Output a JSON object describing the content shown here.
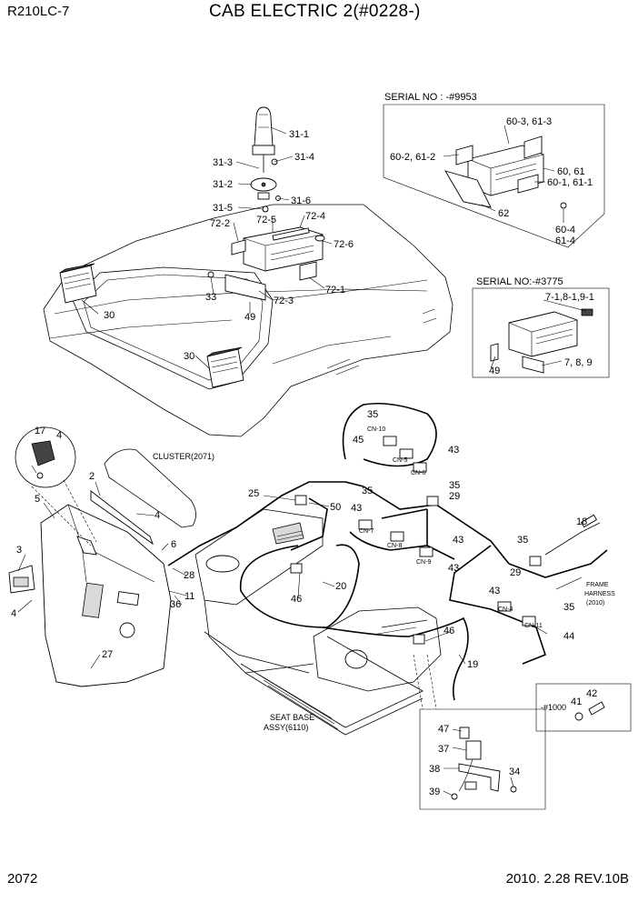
{
  "header": {
    "model": "R210LC-7",
    "title": "CAB ELECTRIC 2(#0228-)"
  },
  "footer": {
    "page_number": "2072",
    "revision": "2010. 2.28  REV.10B"
  },
  "inset_labels": {
    "serial_9953": "SERIAL NO : -#9953",
    "serial_3775": "SERIAL NO:-#3775",
    "serial_1000": "-#1000"
  },
  "captions": {
    "cluster": "CLUSTER(2071)",
    "seat_base_1": "SEAT BASE",
    "seat_base_2": "ASSY(6110)",
    "frame_1": "FRAME",
    "frame_2": "HARNESS",
    "frame_3": "(2010)"
  },
  "connectors": {
    "cn10": "CN-10",
    "cn5": "CN-5",
    "cn6": "CN-6",
    "cn7": "CN-7",
    "cn8": "CN-8",
    "cn9": "CN-9",
    "cn4": "CN-4",
    "cn11": "CN-11"
  },
  "callouts": {
    "c31_1": "31-1",
    "c31_3": "31-3",
    "c31_4": "31-4",
    "c31_2": "31-2",
    "c31_5": "31-5",
    "c31_6": "31-6",
    "c72_5": "72-5",
    "c72_4": "72-4",
    "c72_2": "72-2",
    "c72_6": "72-6",
    "c72_1": "72-1",
    "c72_3": "72-3",
    "c33": "33",
    "c49a": "49",
    "c30a": "30",
    "c30b": "30",
    "c60_3": "60-3, 61-3",
    "c60_2": "60-2, 61-2",
    "c60": "60, 61",
    "c60_1": "60-1, 61-1",
    "c62": "62",
    "c60_4": "60-4",
    "c61_4": "61-4",
    "c7_1": "7-1,8-1,9-1",
    "c789": "7, 8, 9",
    "c49b": "49",
    "c17": "17",
    "c4a": "4",
    "c2": "2",
    "c5": "5",
    "c4b": "4",
    "c6": "6",
    "c3": "3",
    "c4c": "4",
    "c27": "27",
    "c28": "28",
    "c11": "11",
    "c36": "36",
    "c25": "25",
    "c50": "50",
    "c20": "20",
    "c46a": "46",
    "c46b": "46",
    "c19": "19",
    "c35a": "35",
    "c45": "45",
    "c43a": "43",
    "c35b": "35",
    "c29a": "29",
    "c35c": "35",
    "c43b": "43",
    "c43c": "43",
    "c43d": "43",
    "c18": "18",
    "c35d": "35",
    "c29b": "29",
    "c43e": "43",
    "c35e": "35",
    "c44": "44",
    "c47": "47",
    "c37": "37",
    "c38": "38",
    "c39": "39",
    "c34": "34",
    "c41": "41",
    "c42": "42"
  }
}
